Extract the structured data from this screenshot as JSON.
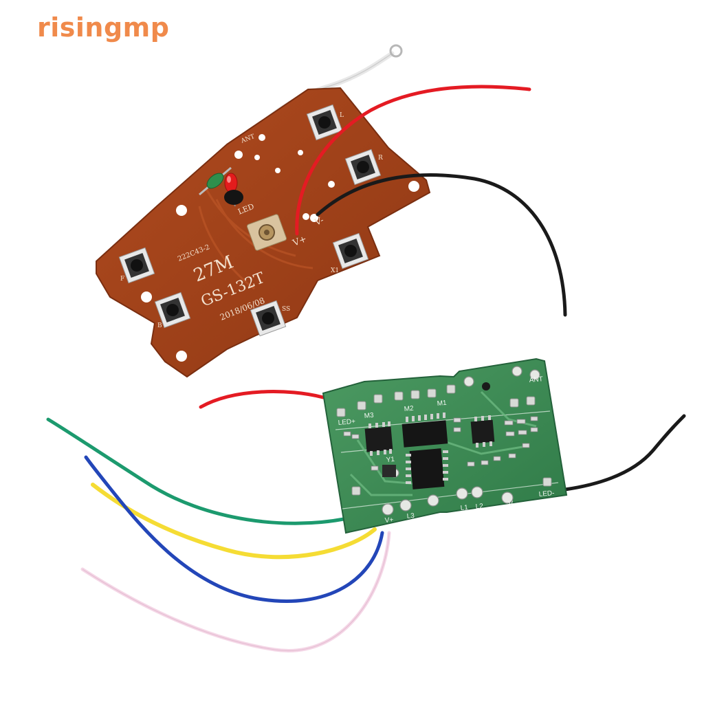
{
  "brand": {
    "text": "risingmp",
    "color": "#f08a4b"
  },
  "photo": {
    "transmitter_board": {
      "model_label": "27M",
      "part_label": "GS-132T",
      "date_label": "2018/06/08",
      "code_label": "222C43-2",
      "led_label": "LED",
      "ant_label": "ANT",
      "pwr_pos_label": "V+",
      "pwr_neg_label": "V-",
      "button_labels": [
        "L",
        "R",
        "F",
        "B",
        "X1",
        "SS"
      ],
      "board_color": "#a6431c",
      "wire_colors": {
        "red": "#e41b23",
        "black": "#1a1a1a",
        "white": "#f2f2f2"
      }
    },
    "receiver_board": {
      "labels": [
        "LED+",
        "M3",
        "M2",
        "M1",
        "ANT",
        "Y1",
        "V+",
        "L3",
        "L1",
        "L2",
        "V-",
        "LED-"
      ],
      "board_color": "#3b8a55",
      "wire_colors": {
        "red": "#e41b23",
        "green": "#1c9a6e",
        "yellow": "#f5dc34",
        "blue": "#2346b8",
        "pink": "#f4d6e6",
        "black": "#1a1a1a"
      }
    }
  }
}
